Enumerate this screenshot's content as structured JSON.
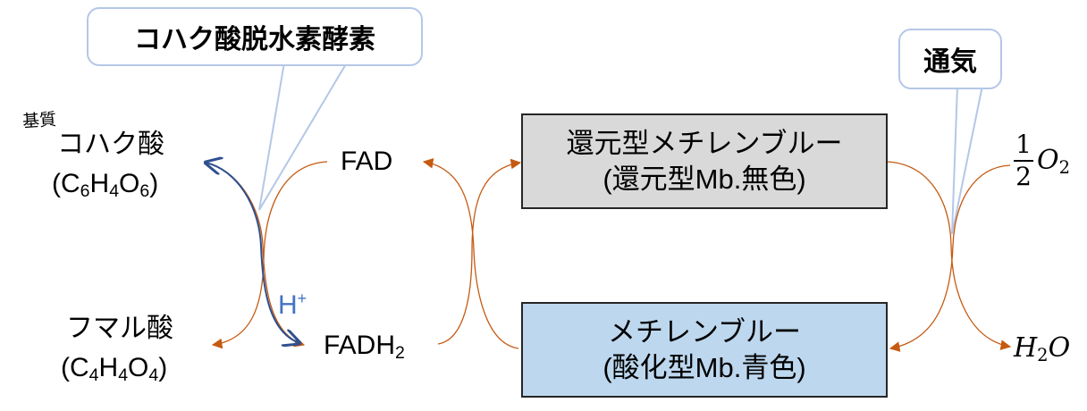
{
  "callouts": {
    "enzyme": "コハク酸脱水素酵素",
    "aeration": "通気"
  },
  "substrate_label": "基質",
  "succinate": {
    "name": "コハク酸",
    "formula_c": "6",
    "formula_h": "4",
    "formula_o": "6"
  },
  "fumarate": {
    "name": "フマル酸",
    "formula_c": "4",
    "formula_h": "4",
    "formula_o": "4"
  },
  "fad": "FAD",
  "fadh2": {
    "base": "FADH",
    "sub": "2"
  },
  "proton": {
    "base": "H",
    "sup": "+"
  },
  "reduced_mb": {
    "line1": "還元型メチレンブルー",
    "line2": "(還元型Mb.無色)"
  },
  "oxidized_mb": {
    "line1": "メチレンブルー",
    "line2": "(酸化型Mb.青色)"
  },
  "oxygen": {
    "numerator": "1",
    "denominator": "2",
    "base": "O",
    "sub": "2"
  },
  "water": {
    "h": "H",
    "sub": "2",
    "o": "O"
  },
  "colors": {
    "arrow": "#c55a11",
    "proton": "#4472c4",
    "blue_arrow": "#2f4f8f",
    "callout_border": "#b4c7e7",
    "reduced_fill": "#d9d9d9",
    "oxidized_fill": "#bdd7ee"
  }
}
